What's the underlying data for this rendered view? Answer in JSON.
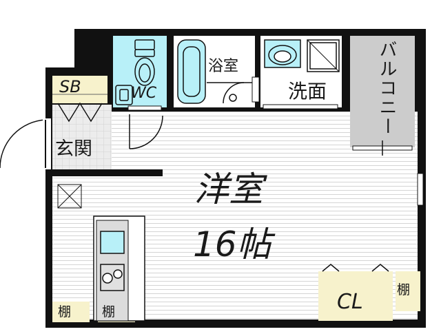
{
  "rooms": {
    "sb": "SB",
    "wc": "WC",
    "bath": "浴室",
    "washroom": "洗面",
    "balcony": "バルコニー",
    "entrance": "玄関",
    "main_room": "洋室",
    "main_room_size": "16帖",
    "closet": "CL",
    "shelf_left_1": "棚",
    "shelf_left_2": "棚",
    "shelf_right": "棚"
  },
  "colors": {
    "wall": "#111111",
    "floor_stripe": "#d4d4d4",
    "wet_area": "#b8f0f8",
    "storage": "#f7f2cc",
    "balcony": "#cccccc",
    "tile": "#e8e8e8"
  }
}
